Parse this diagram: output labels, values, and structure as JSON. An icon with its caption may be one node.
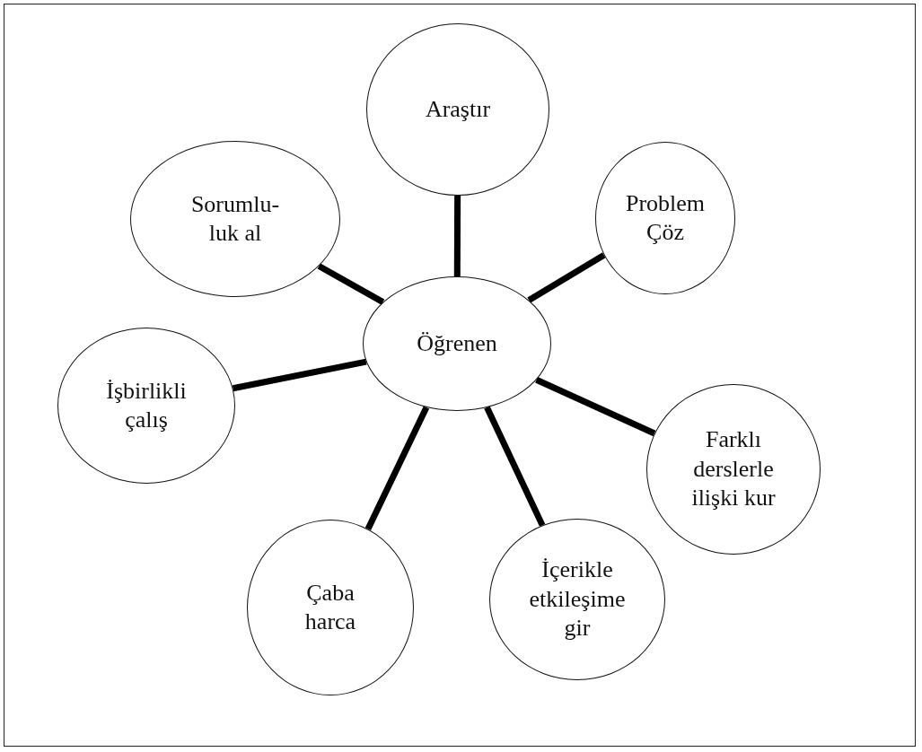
{
  "diagram": {
    "nodes": [
      {
        "text": [
          "Öğrenen"
        ]
      },
      {
        "text": [
          "Araştır"
        ]
      },
      {
        "text": [
          "Problem Çöz"
        ]
      },
      {
        "text": [
          "Farklı derslerle ilişki kur"
        ]
      },
      {
        "text": [
          "İçerikle etkileşime gir"
        ]
      },
      {
        "text": [
          "Çaba harca"
        ]
      },
      {
        "text": [
          "İşbirlikli çalış"
        ]
      },
      {
        "text": [
          "Sorumlu- luk al"
        ]
      }
    ],
    "edges": [
      {
        "from": 0,
        "to": 1,
        "arrow": "none"
      },
      {
        "from": 0,
        "to": 2,
        "arrow": "none"
      },
      {
        "from": 0,
        "to": 3,
        "arrow": "none"
      },
      {
        "from": 0,
        "to": 4,
        "arrow": "none"
      },
      {
        "from": 0,
        "to": 5,
        "arrow": "none"
      },
      {
        "from": 0,
        "to": 6,
        "arrow": "none"
      },
      {
        "from": 0,
        "to": 7,
        "arrow": "none"
      }
    ]
  }
}
